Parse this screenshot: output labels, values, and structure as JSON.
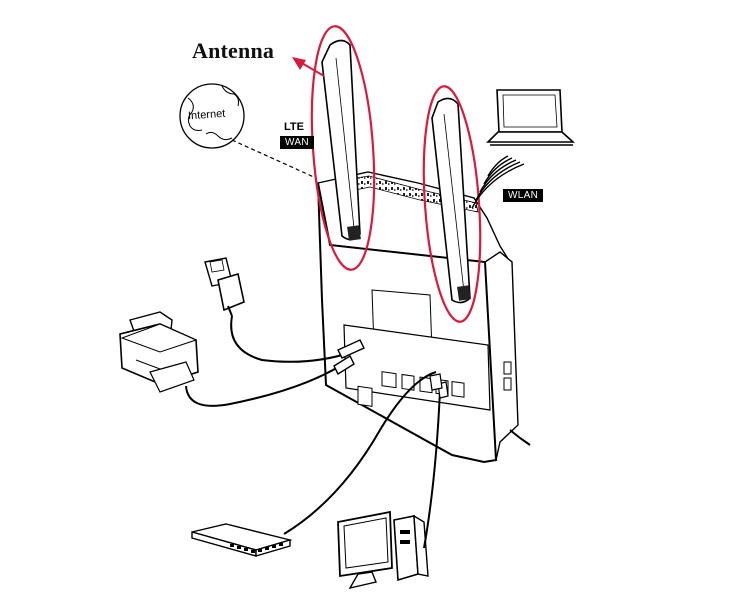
{
  "callout": {
    "label": "Antenna",
    "ring_color": "#d81b3c"
  },
  "labels": {
    "internet": "Internet",
    "lte": "LTE",
    "wan": "WAN",
    "wlan": "WLAN"
  },
  "colors": {
    "line": "#000000",
    "highlight": "#d81b3c",
    "tag_bg": "#000000",
    "tag_text": "#ffffff"
  },
  "icons": [
    "internet-globe-icon",
    "laptop-icon",
    "printer-icon",
    "power-adapter-icon",
    "network-switch-icon",
    "desktop-computer-icon",
    "router-icon",
    "antenna-icon"
  ]
}
